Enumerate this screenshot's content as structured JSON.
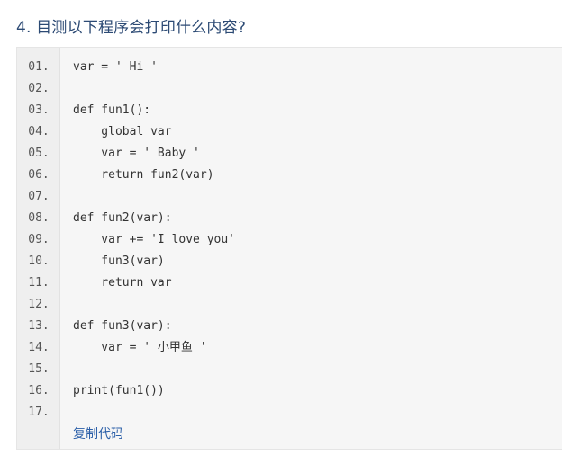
{
  "question": {
    "title": "4. 目测以下程序会打印什么内容?"
  },
  "code": {
    "lines": [
      {
        "number": "01.",
        "text": "var = ' Hi '"
      },
      {
        "number": "02.",
        "text": ""
      },
      {
        "number": "03.",
        "text": "def fun1():"
      },
      {
        "number": "04.",
        "text": "    global var"
      },
      {
        "number": "05.",
        "text": "    var = ' Baby '"
      },
      {
        "number": "06.",
        "text": "    return fun2(var)"
      },
      {
        "number": "07.",
        "text": ""
      },
      {
        "number": "08.",
        "text": "def fun2(var):"
      },
      {
        "number": "09.",
        "text": "    var += 'I love you'"
      },
      {
        "number": "10.",
        "text": "    fun3(var)"
      },
      {
        "number": "11.",
        "text": "    return var"
      },
      {
        "number": "12.",
        "text": ""
      },
      {
        "number": "13.",
        "text": "def fun3(var):"
      },
      {
        "number": "14.",
        "text": "    var = ' 小甲鱼 '"
      },
      {
        "number": "15.",
        "text": ""
      },
      {
        "number": "16.",
        "text": "print(fun1())"
      },
      {
        "number": "17.",
        "text": ""
      }
    ],
    "copy_label": "复制代码"
  },
  "colors": {
    "title": "#2c4a74",
    "link": "#2b5fa8",
    "code_background": "#f6f6f6",
    "gutter_background": "#efefef"
  }
}
